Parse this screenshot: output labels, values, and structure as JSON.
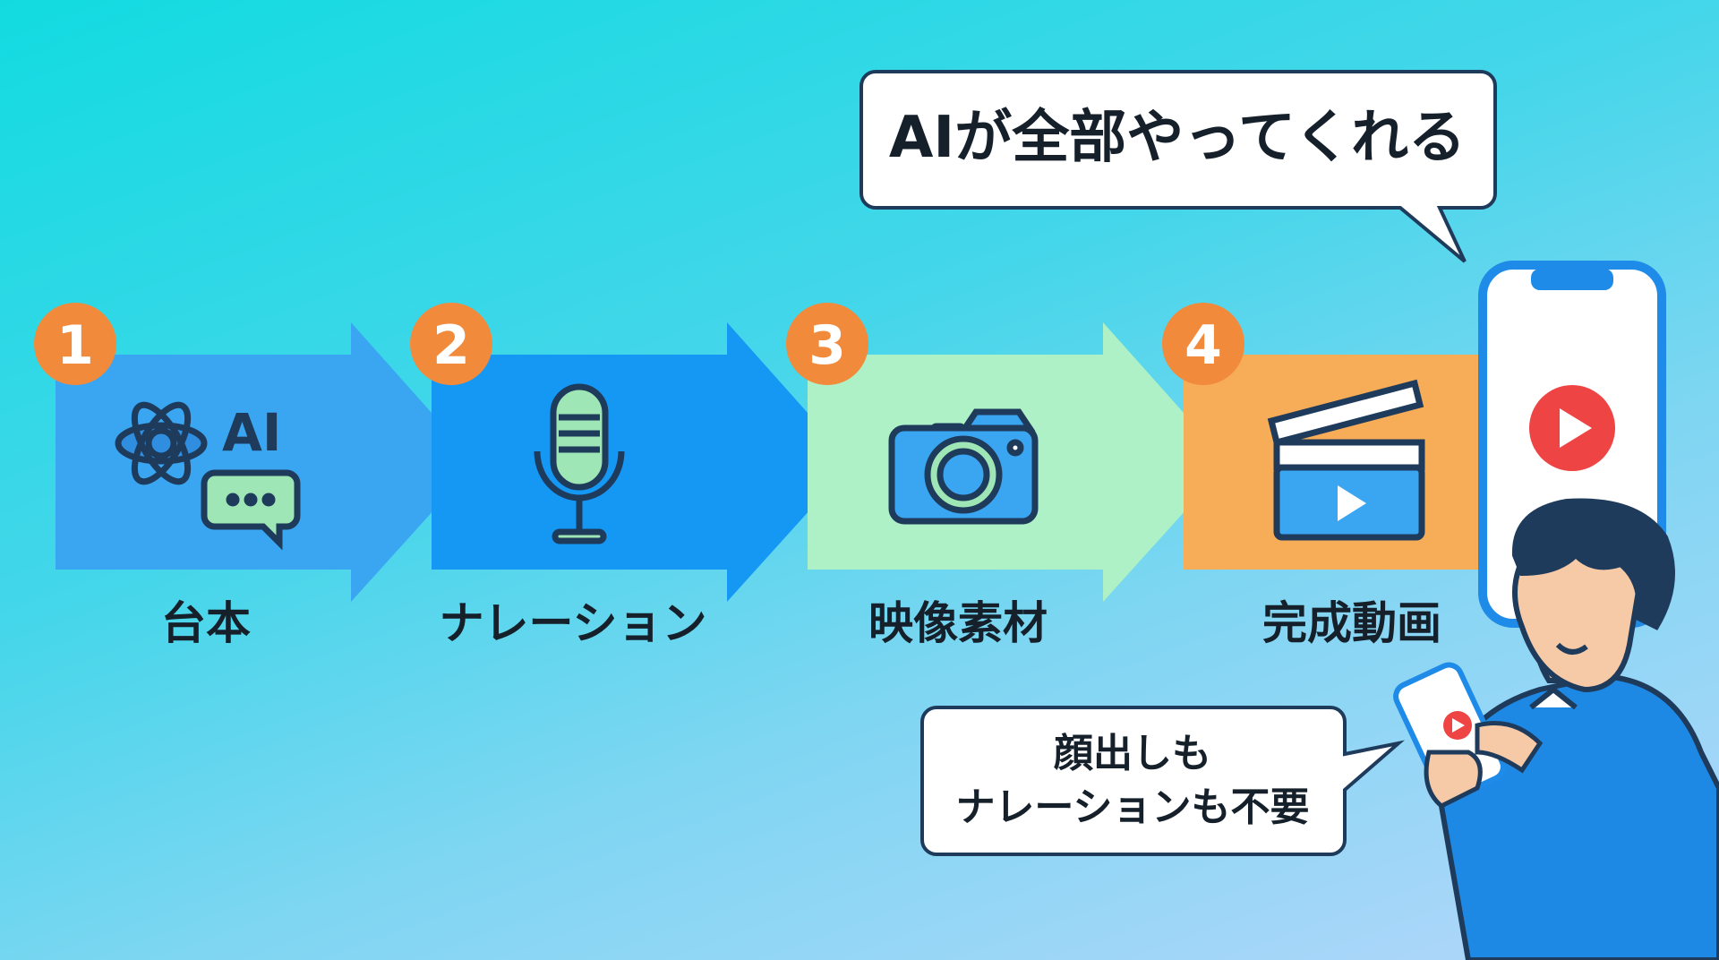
{
  "steps": [
    {
      "number": "1",
      "label": "台本",
      "icon_text": "AI",
      "icon": "ai-chat-icon",
      "color": "#3aa6f2"
    },
    {
      "number": "2",
      "label": "ナレーション",
      "icon": "microphone-icon",
      "color": "#1597f4"
    },
    {
      "number": "3",
      "label": "映像素材",
      "icon": "camera-icon",
      "color": "#aef1c6"
    },
    {
      "number": "4",
      "label": "完成動画",
      "icon": "clapperboard-icon",
      "color": "#f7ac58"
    }
  ],
  "badge_color": "#f28a3c",
  "bubble_top": {
    "text": "AIが全部やってくれる"
  },
  "bubble_bottom": {
    "line1": "顔出しも",
    "line2": "ナレーションも不要"
  },
  "phone": {
    "icon": "play-icon",
    "play_color": "#ef4444"
  },
  "person": {
    "icon": "person-illustration"
  }
}
